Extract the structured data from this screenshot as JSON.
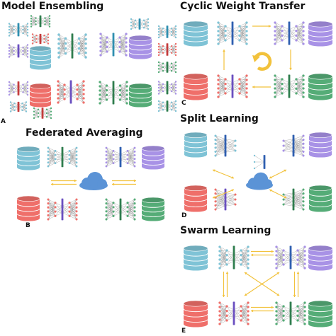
{
  "panels": {
    "a": {
      "title": "Model Ensembling",
      "letter": "A"
    },
    "b": {
      "title": "Federated Averaging",
      "letter": "B"
    },
    "c": {
      "title": "Cyclic Weight Transfer",
      "letter": "C"
    },
    "d": {
      "title": "Split Learning",
      "letter": "D"
    },
    "e": {
      "title": "Swarm Learning",
      "letter": "E"
    }
  },
  "palette": {
    "blue": "#7fc3d6",
    "purple": "#a892e6",
    "red": "#ef6f6a",
    "green": "#55ac77",
    "cloud": "#5b93d6",
    "arrow": "#f2c23c",
    "edge": "#6b6b6b"
  },
  "icons": [
    "database-icon",
    "neural-network-icon",
    "cloud-icon",
    "cycle-arrow-icon",
    "bidirectional-arrow-icon"
  ]
}
